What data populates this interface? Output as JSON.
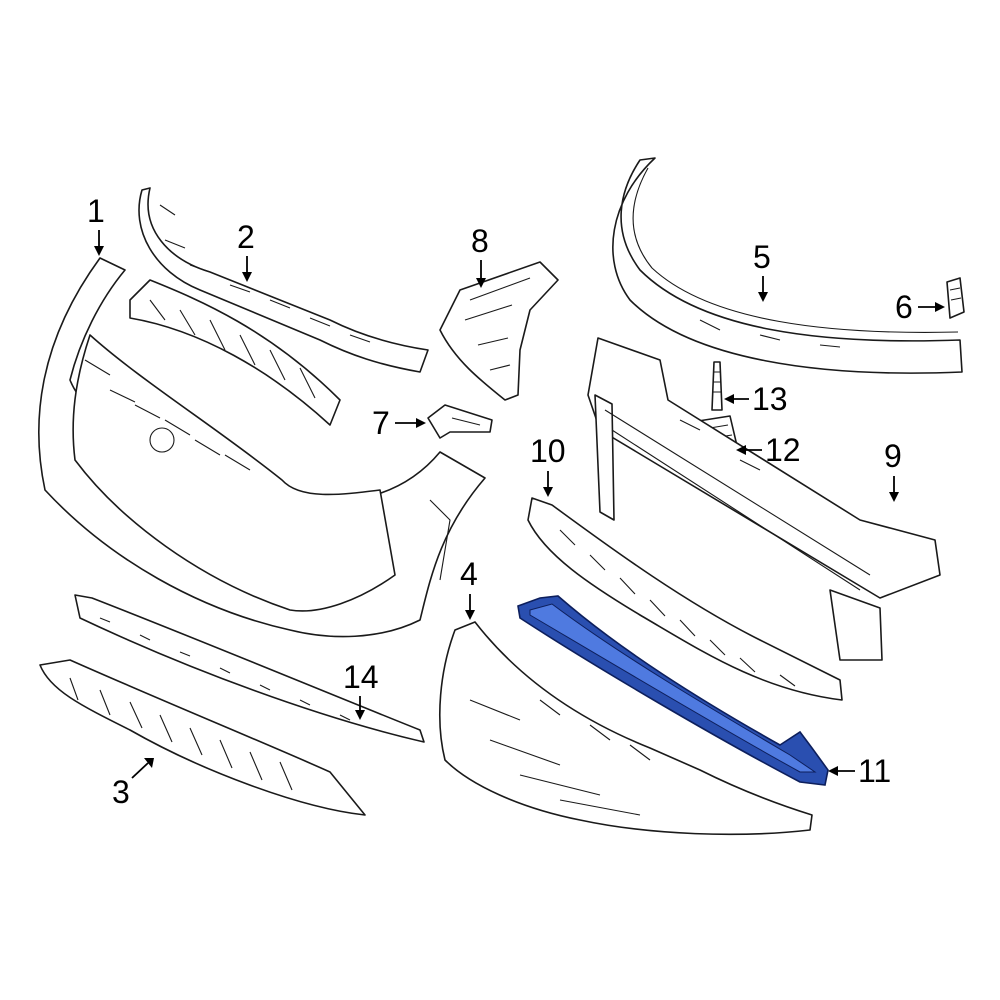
{
  "diagram": {
    "highlight_color": "#2a4fb0",
    "callouts": [
      {
        "id": "1",
        "label": "1"
      },
      {
        "id": "2",
        "label": "2"
      },
      {
        "id": "3",
        "label": "3"
      },
      {
        "id": "4",
        "label": "4"
      },
      {
        "id": "5",
        "label": "5"
      },
      {
        "id": "6",
        "label": "6"
      },
      {
        "id": "7",
        "label": "7"
      },
      {
        "id": "8",
        "label": "8"
      },
      {
        "id": "9",
        "label": "9"
      },
      {
        "id": "10",
        "label": "10"
      },
      {
        "id": "11",
        "label": "11",
        "highlighted": true
      },
      {
        "id": "12",
        "label": "12"
      },
      {
        "id": "13",
        "label": "13"
      },
      {
        "id": "14",
        "label": "14"
      }
    ]
  }
}
